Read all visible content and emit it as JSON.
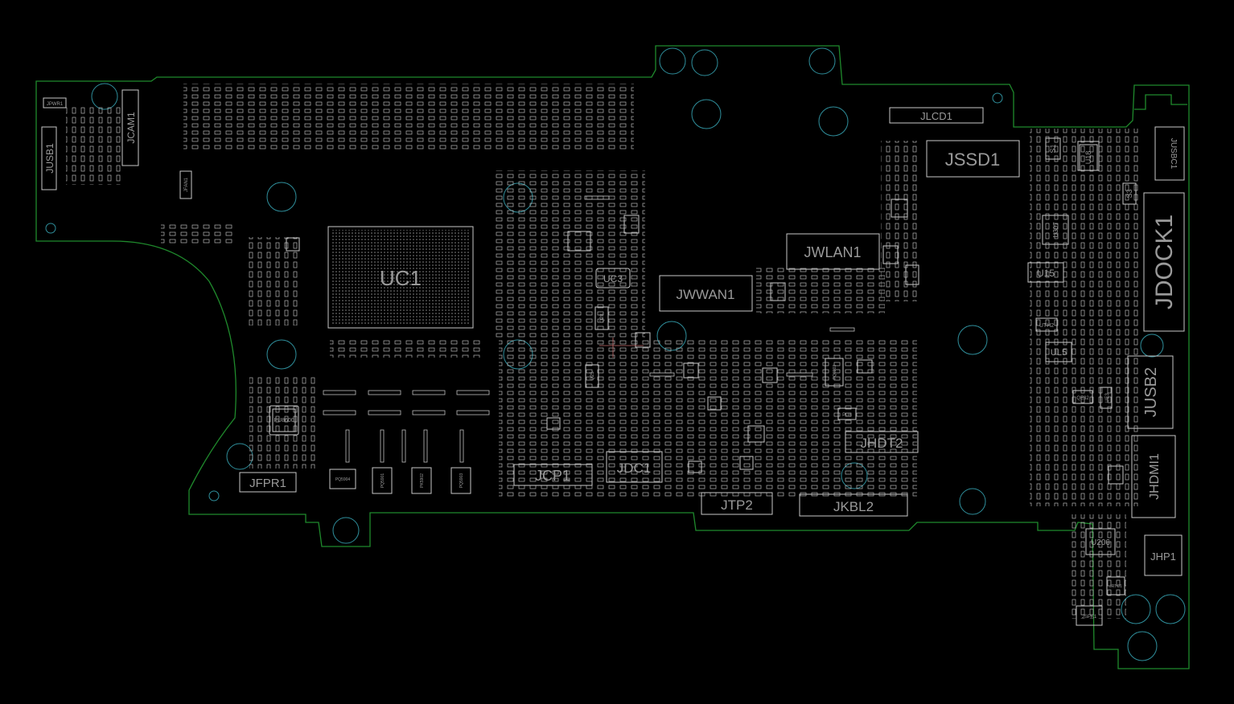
{
  "board": {
    "colors": {
      "background": "#000000",
      "outline": "#1f8a2c",
      "silkscreen": "#c8c8c8",
      "label": "#9a9a9a",
      "mounting_hole": "#2f8f9c"
    },
    "components": [
      {
        "id": "jpwr1",
        "label": "JPWR1"
      },
      {
        "id": "jusb1",
        "label": "JUSB1"
      },
      {
        "id": "jcam1",
        "label": "JCAM1"
      },
      {
        "id": "jfan1",
        "label": "JFAN1"
      },
      {
        "id": "uc1",
        "label": "UC1"
      },
      {
        "id": "uc3",
        "label": "UC3"
      },
      {
        "id": "jwwan1",
        "label": "JWWAN1"
      },
      {
        "id": "jwlan1",
        "label": "JWLAN1"
      },
      {
        "id": "jlcd1",
        "label": "JLCD1"
      },
      {
        "id": "jssd1",
        "label": "JSSD1"
      },
      {
        "id": "s1",
        "label": "S1"
      },
      {
        "id": "u18",
        "label": "U18"
      },
      {
        "id": "jusbc1",
        "label": "JUSBC1"
      },
      {
        "id": "s3",
        "label": "S3"
      },
      {
        "id": "u307",
        "label": "U307"
      },
      {
        "id": "jdock1",
        "label": "JDOCK1"
      },
      {
        "id": "u15",
        "label": "U15"
      },
      {
        "id": "uth2",
        "label": "UTH2"
      },
      {
        "id": "ul5",
        "label": "UL5"
      },
      {
        "id": "jusb2",
        "label": "JUSB2"
      },
      {
        "id": "qe32",
        "label": "QE32"
      },
      {
        "id": "ue3",
        "label": "UE3"
      },
      {
        "id": "jhdmi1",
        "label": "JHDMI1"
      },
      {
        "id": "u206",
        "label": "U206"
      },
      {
        "id": "jhp1",
        "label": "JHP1"
      },
      {
        "id": "jrtc1",
        "label": "JRTC1"
      },
      {
        "id": "jspk1",
        "label": "JSPK1"
      },
      {
        "id": "jhdt2",
        "label": "JHDT2"
      },
      {
        "id": "jkbl2",
        "label": "JKBL2"
      },
      {
        "id": "jtp2",
        "label": "JTP2"
      },
      {
        "id": "jdc1",
        "label": "JDC1"
      },
      {
        "id": "jcp1",
        "label": "JCP1"
      },
      {
        "id": "jfpr1",
        "label": "JFPR1"
      },
      {
        "id": "pu9600",
        "label": "PU8600"
      },
      {
        "id": "pq5904",
        "label": "PQ5904"
      },
      {
        "id": "pq5901",
        "label": "PQ5901"
      },
      {
        "id": "pq5902",
        "label": "PK5902"
      },
      {
        "id": "pq5903",
        "label": "PQ5903"
      },
      {
        "id": "q28",
        "label": "Q28"
      },
      {
        "id": "q25",
        "label": "Q25"
      },
      {
        "id": "pq6203",
        "label": "PQ6203"
      },
      {
        "id": "pu6",
        "label": "PU6"
      }
    ]
  }
}
